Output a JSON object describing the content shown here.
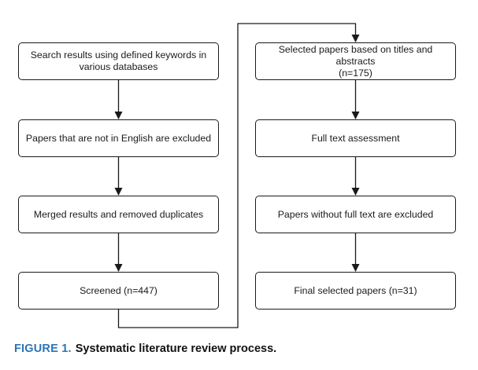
{
  "diagram": {
    "nodes": [
      {
        "id": "n1",
        "line1": "Search results using defined keywords in",
        "line2": "various databases"
      },
      {
        "id": "n2",
        "line1": "Papers that are not in English are excluded",
        "line2": ""
      },
      {
        "id": "n3",
        "line1": "Merged results and removed duplicates",
        "line2": ""
      },
      {
        "id": "n4",
        "line1": "Screened (n=447)",
        "line2": ""
      },
      {
        "id": "n5",
        "line1": "Selected papers based on titles and abstracts",
        "line2": "(n=175)"
      },
      {
        "id": "n6",
        "line1": "Full text assessment",
        "line2": ""
      },
      {
        "id": "n7",
        "line1": "Papers without full text are excluded",
        "line2": ""
      },
      {
        "id": "n8",
        "line1": "Final selected papers (n=31)",
        "line2": ""
      }
    ],
    "edges": [
      {
        "from": "n1",
        "to": "n2"
      },
      {
        "from": "n2",
        "to": "n3"
      },
      {
        "from": "n3",
        "to": "n4"
      },
      {
        "from": "n4",
        "to": "n5"
      },
      {
        "from": "n5",
        "to": "n6"
      },
      {
        "from": "n6",
        "to": "n7"
      },
      {
        "from": "n7",
        "to": "n8"
      }
    ]
  },
  "caption": {
    "label": "FIGURE 1.",
    "text": "Systematic literature review process."
  },
  "colors": {
    "caption_label": "#2b74b8",
    "stroke": "#1a1a1a"
  }
}
